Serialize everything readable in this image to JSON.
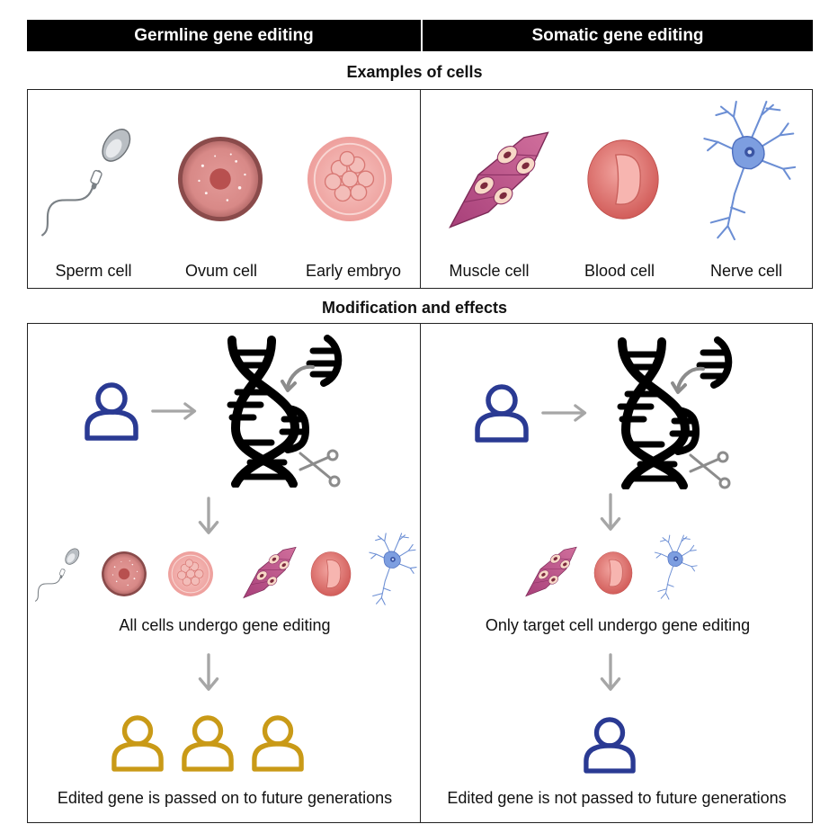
{
  "headers": {
    "germline": "Germline gene editing",
    "somatic": "Somatic gene editing"
  },
  "sections": {
    "examples": "Examples of cells",
    "modification": "Modification and effects"
  },
  "cells": {
    "sperm": "Sperm cell",
    "ovum": "Ovum cell",
    "embryo": "Early embryo",
    "muscle": "Muscle cell",
    "blood": "Blood cell",
    "nerve": "Nerve cell"
  },
  "germline": {
    "step1": "All cells undergo gene editing",
    "step2": "Edited gene is passed on to future generations"
  },
  "somatic": {
    "step1": "Only target cell undergo gene editing",
    "step2": "Edited gene is not passed to future generations"
  },
  "colors": {
    "person_blue": "#2a3a93",
    "person_gold": "#c99a17",
    "arrow_gray": "#a6a6a6"
  }
}
